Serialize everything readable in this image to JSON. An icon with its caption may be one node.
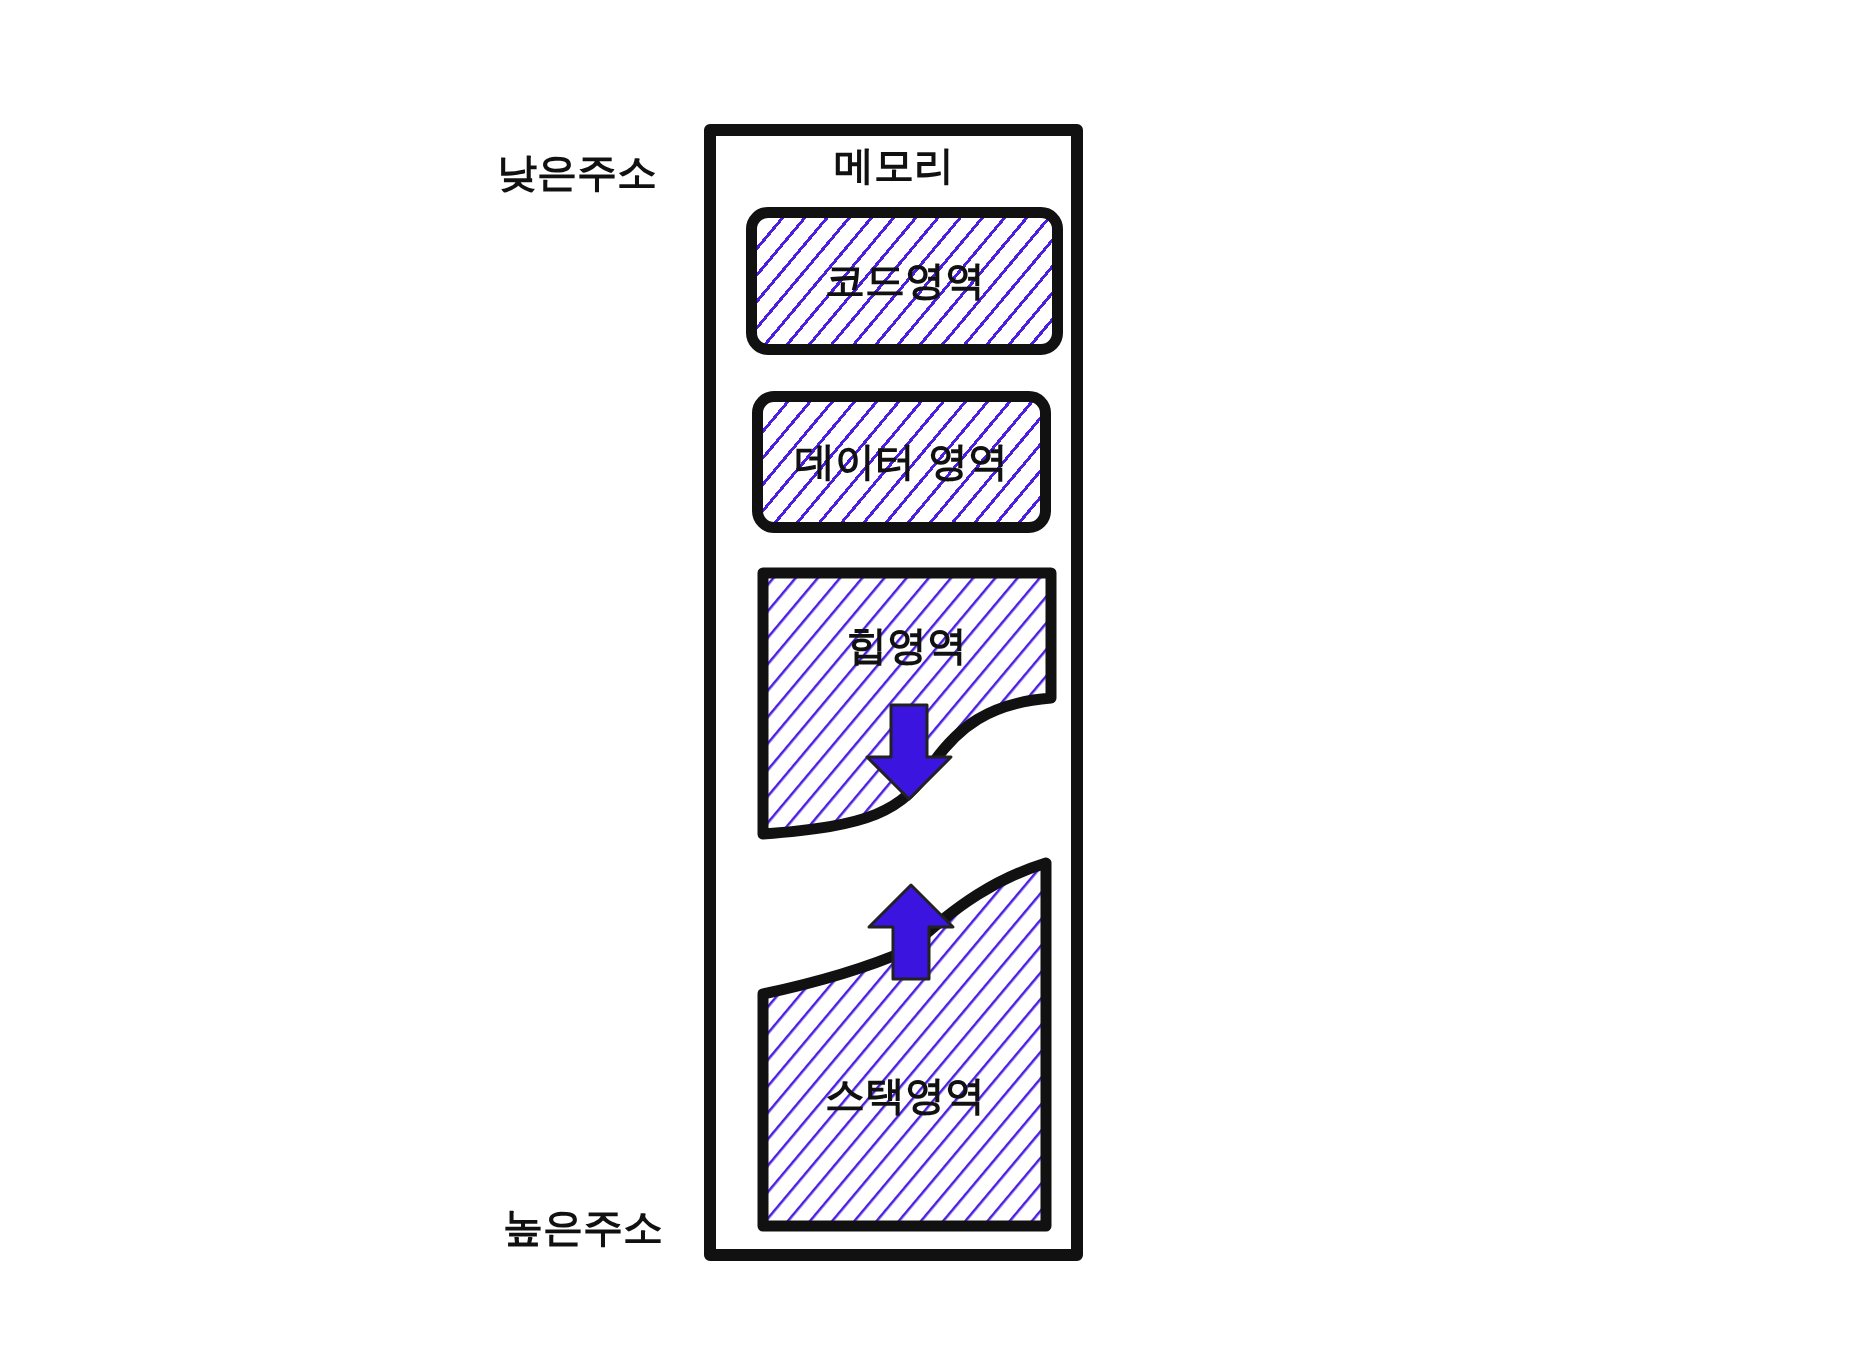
{
  "diagram": {
    "nodes": [
      {
        "text": [
          "메모리"
        ]
      },
      {
        "text": [
          "코드영역"
        ],
        "in": 0
      },
      {
        "text": [
          "데이터 영역"
        ],
        "in": 0
      },
      {
        "text": [
          "힙영역"
        ],
        "in": 0
      },
      {
        "text": [
          "스택영역"
        ],
        "in": 0
      }
    ],
    "labels": [
      "낮은주소",
      "높은주소"
    ]
  }
}
